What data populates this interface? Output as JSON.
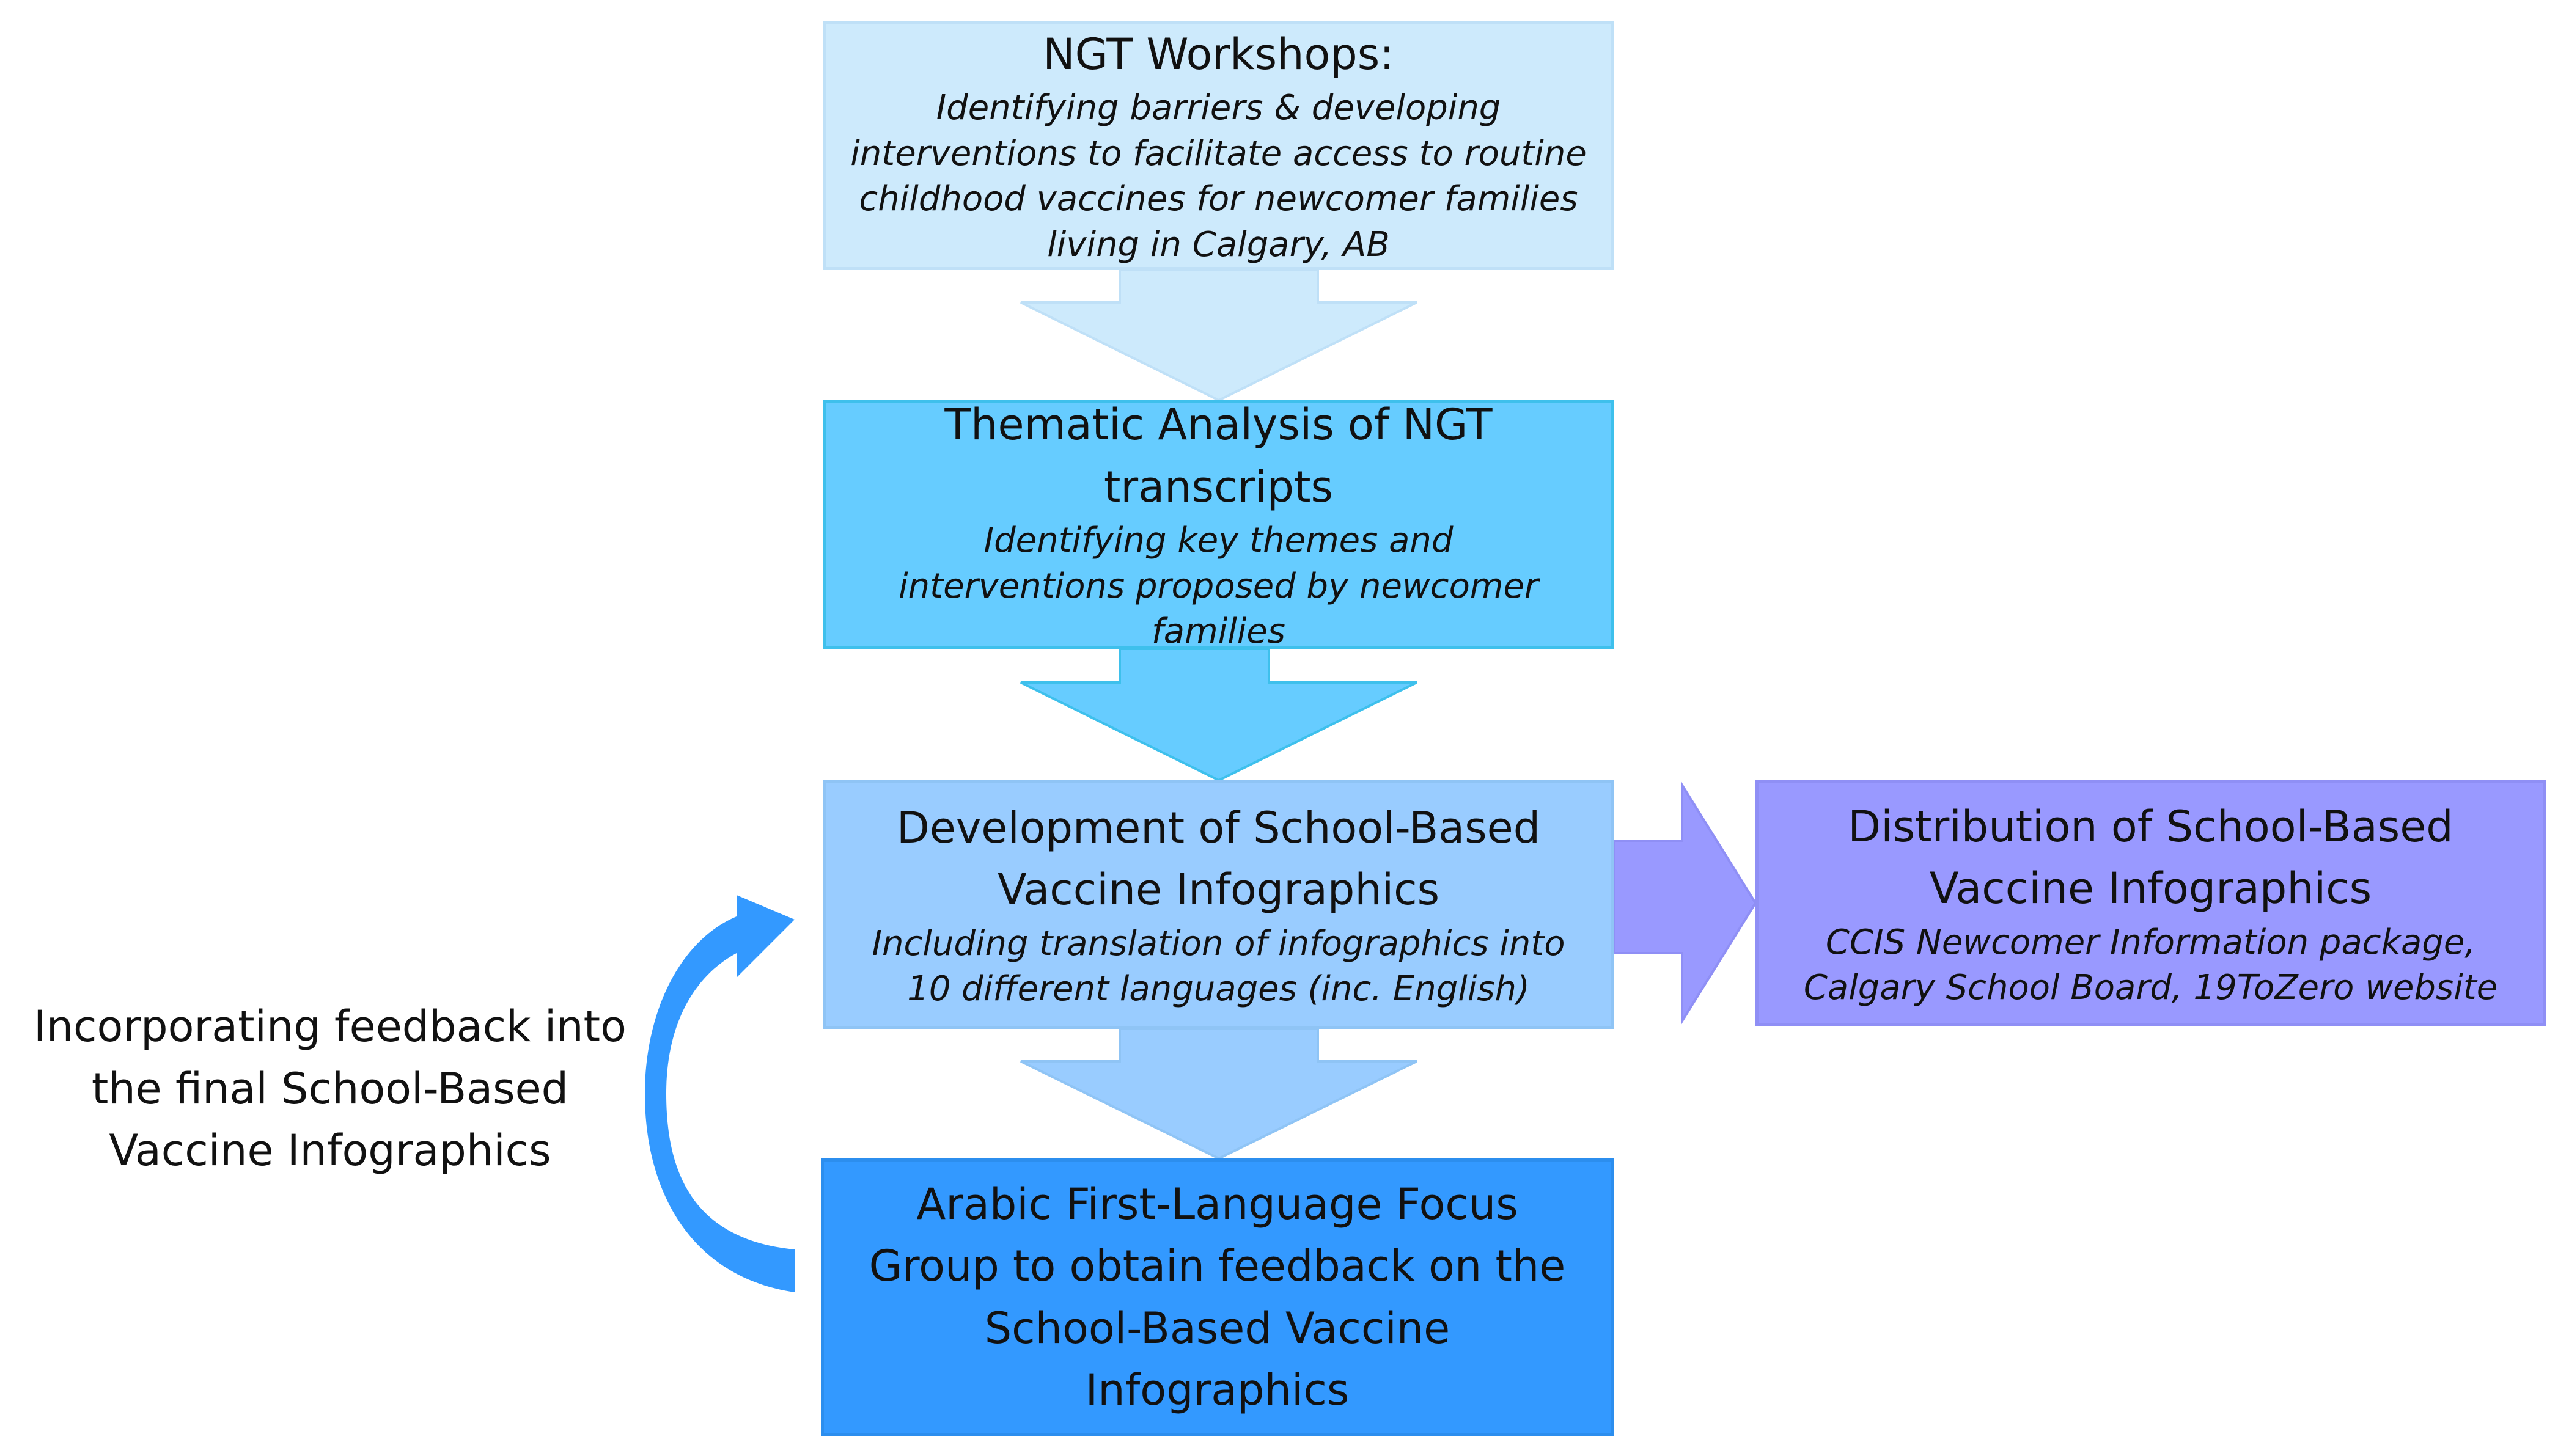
{
  "boxes": {
    "ngt_workshops": {
      "title": "NGT Workshops:",
      "subtitle": "Identifying barriers & developing interventions to facilitate access to routine childhood vaccines for newcomer families living in Calgary, AB"
    },
    "thematic_analysis": {
      "title": "Thematic Analysis of NGT transcripts",
      "subtitle": "Identifying key themes and interventions proposed by newcomer families"
    },
    "development": {
      "title": "Development of School-Based Vaccine Infographics",
      "subtitle": "Including translation of infographics into 10 different languages (inc. English)"
    },
    "distribution": {
      "title": "Distribution of School-Based Vaccine Infographics",
      "subtitle": "CCIS Newcomer Information package, Calgary School Board, 19ToZero website"
    },
    "focus_group": {
      "title": "Arabic First-Language Focus Group to obtain feedback on the School-Based Vaccine Infographics"
    }
  },
  "feedback_loop": {
    "label": "Incorporating feedback into the final School-Based Vaccine Infographics"
  },
  "colors": {
    "box_ngt_workshops": "#cdeafc",
    "box_thematic_analysis": "#66ccff",
    "box_development": "#99ccff",
    "box_distribution": "#9999ff",
    "box_focus_group": "#3399ff",
    "arrow_1": "#cdeafc",
    "arrow_2": "#66ccff",
    "arrow_3": "#99ccff",
    "arrow_right": "#9999ff",
    "loop_arrow": "#3399ff"
  }
}
